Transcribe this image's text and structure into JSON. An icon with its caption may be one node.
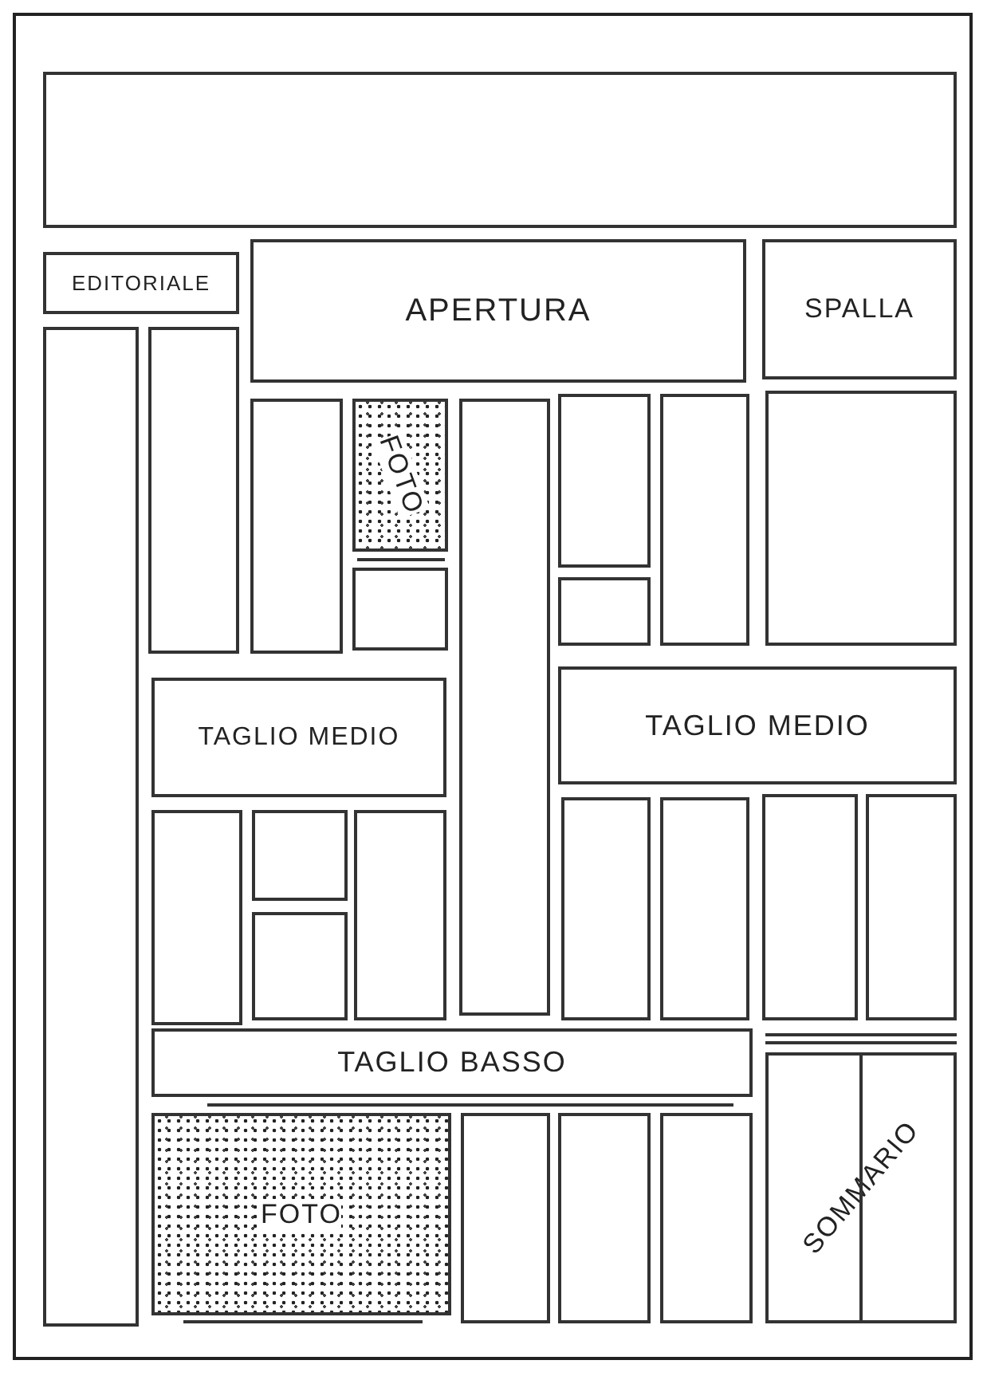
{
  "diagram": {
    "nodes": [
      {
        "text": [],
        "shape": "box"
      },
      {
        "text": [
          "EDITORIALE"
        ]
      },
      {
        "text": [
          "APERTURA"
        ]
      },
      {
        "text": [
          "SPALLA"
        ]
      },
      {
        "text": [],
        "shape": "box"
      },
      {
        "text": [],
        "shape": "box"
      },
      {
        "text": [],
        "shape": "box"
      },
      {
        "text": [
          "FOTO"
        ]
      },
      {
        "text": [],
        "shape": "box"
      },
      {
        "text": [],
        "shape": "box"
      },
      {
        "text": [],
        "shape": "box"
      },
      {
        "text": [],
        "shape": "box"
      },
      {
        "text": [],
        "shape": "box"
      },
      {
        "text": [],
        "shape": "box"
      },
      {
        "text": [
          "TAGLIO MEDIO"
        ]
      },
      {
        "text": [
          "TAGLIO MEDIO"
        ]
      },
      {
        "text": [],
        "shape": "box"
      },
      {
        "text": [],
        "shape": "box"
      },
      {
        "text": [],
        "shape": "box"
      },
      {
        "text": [],
        "shape": "box"
      },
      {
        "text": [],
        "shape": "box"
      },
      {
        "text": [],
        "shape": "box"
      },
      {
        "text": [],
        "shape": "box"
      },
      {
        "text": [],
        "shape": "box"
      },
      {
        "text": [
          "TAGLIO BASSO"
        ]
      },
      {
        "text": [
          "FOTO"
        ]
      },
      {
        "text": [],
        "shape": "box"
      },
      {
        "text": [],
        "shape": "box"
      },
      {
        "text": [],
        "shape": "box"
      },
      {
        "text": [
          "SOMMARIO"
        ]
      }
    ],
    "edges": []
  }
}
